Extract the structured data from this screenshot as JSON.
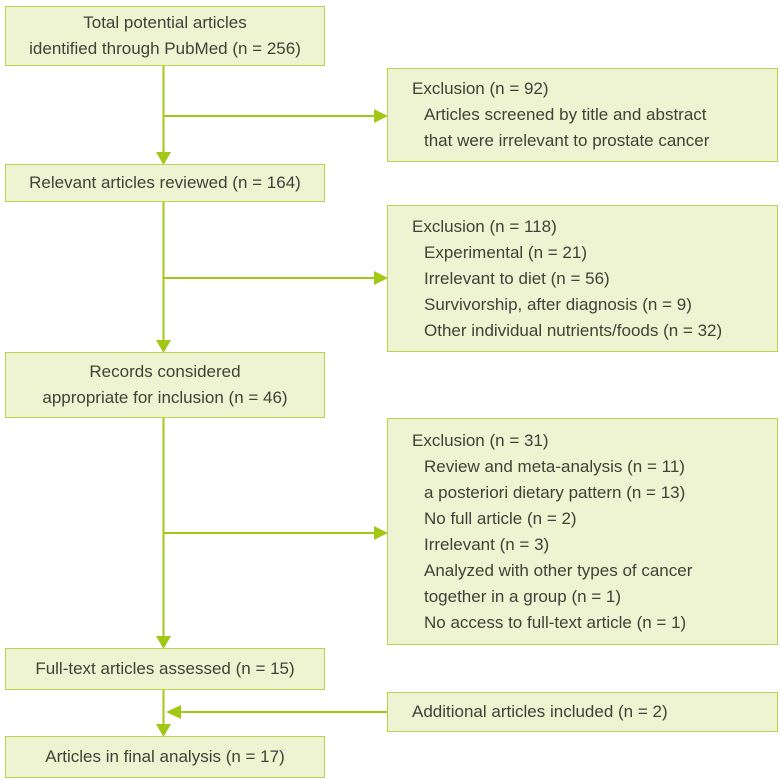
{
  "figure": {
    "type": "flowchart",
    "description": "Article selection flow diagram (PubMed systematic review screening)",
    "colors": {
      "box_fill": "#eef3d2",
      "box_border": "#c2d050",
      "arrow": "#a3c717",
      "text": "#3e4237",
      "background": "#ffffff"
    },
    "main_flow": [
      {
        "lines": [
          "Total potential articles",
          "identified through PubMed (n = 256)"
        ]
      },
      {
        "lines": [
          "Relevant articles reviewed (n = 164)"
        ]
      },
      {
        "lines": [
          "Records considered",
          "appropriate for inclusion (n = 46)"
        ]
      },
      {
        "lines": [
          "Full-text articles assessed (n = 15)"
        ]
      },
      {
        "lines": [
          "Articles in final analysis (n = 17)"
        ]
      }
    ],
    "side_boxes": [
      {
        "lines": [
          "Exclusion (n = 92)",
          "Articles screened by title and abstract",
          "that were irrelevant to prostate cancer"
        ]
      },
      {
        "lines": [
          "Exclusion (n = 118)",
          "Experimental (n = 21)",
          "Irrelevant to diet (n = 56)",
          "Survivorship, after diagnosis (n = 9)",
          "Other individual nutrients/foods (n = 32)"
        ]
      },
      {
        "lines": [
          "Exclusion (n = 31)",
          "Review and meta-analysis (n = 11)",
          "a posteriori dietary pattern (n = 13)",
          "No full article (n = 2)",
          "Irrelevant (n = 3)",
          "Analyzed with other types of cancer",
          "together in a group (n = 1)",
          "No access to full-text article (n = 1)"
        ]
      },
      {
        "lines": [
          "Additional articles included (n = 2)"
        ]
      }
    ]
  }
}
